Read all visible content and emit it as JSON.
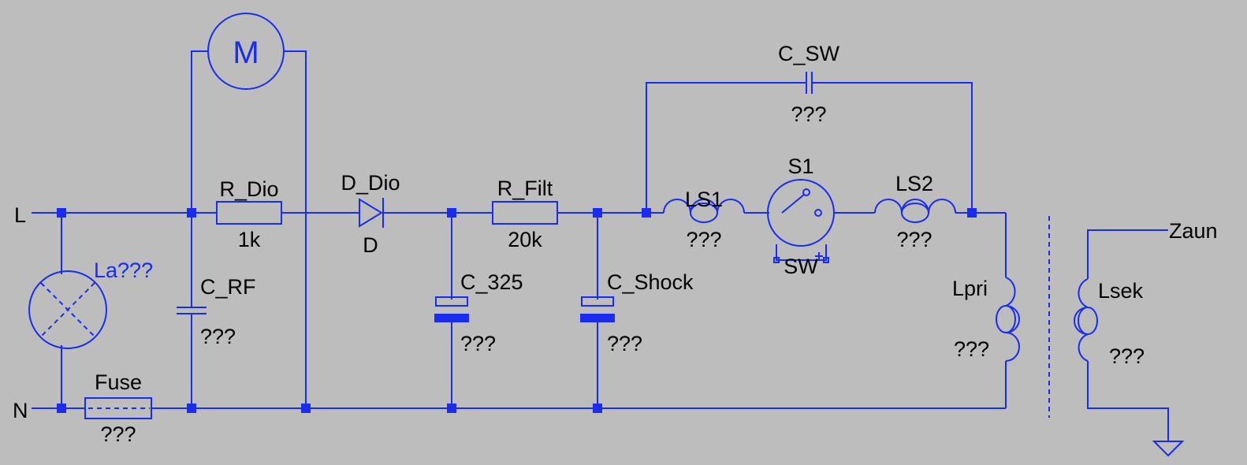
{
  "colors": {
    "background": "#bdbdbd",
    "wire": "#1a2cf0",
    "text": "#000000"
  },
  "nets": {
    "line": "L",
    "neutral": "N",
    "fence": "Zaun"
  },
  "motor": {
    "letter": "M",
    "icon": "motor-icon"
  },
  "lamp": {
    "name": "La???",
    "icon": "lamp-icon"
  },
  "fuse": {
    "name": "Fuse",
    "value": "???"
  },
  "c_rf": {
    "name": "C_RF",
    "value": "???"
  },
  "r_dio": {
    "name": "R_Dio",
    "value": "1k"
  },
  "d_dio": {
    "name": "D_Dio",
    "value": "D"
  },
  "r_filt": {
    "name": "R_Filt",
    "value": "20k"
  },
  "c_325": {
    "name": "C_325",
    "value": "???"
  },
  "c_shock": {
    "name": "C_Shock",
    "value": "???"
  },
  "c_sw": {
    "name": "C_SW",
    "value": "???"
  },
  "ls1": {
    "name": "LS1",
    "value": "???"
  },
  "s1": {
    "name": "S1",
    "value": "SW"
  },
  "ls2": {
    "name": "LS2",
    "value": "???"
  },
  "lpri": {
    "name": "Lpri",
    "value": "???"
  },
  "lsek": {
    "name": "Lsek",
    "value": "???"
  },
  "ground": {
    "icon": "ground-icon"
  }
}
